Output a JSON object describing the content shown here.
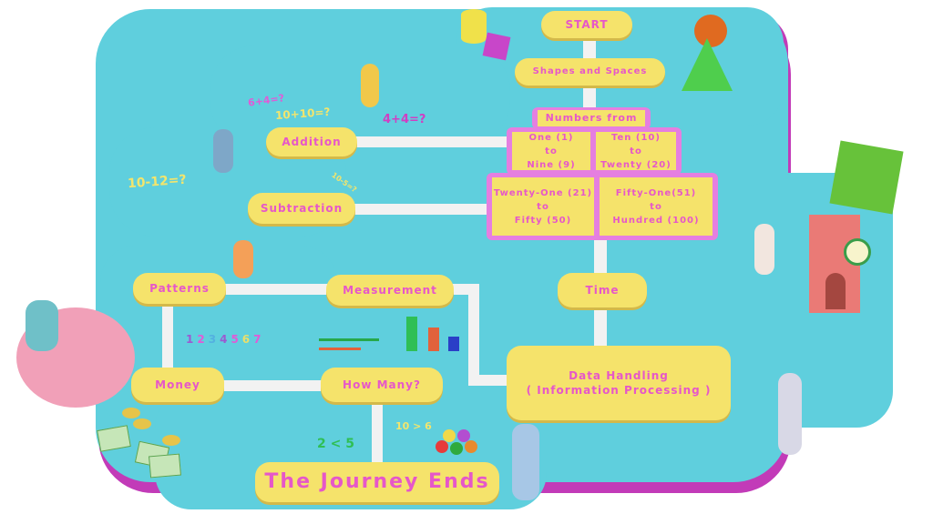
{
  "colors": {
    "board": "#5fcfdd",
    "board_edge": "#c23bb8",
    "node": "#f5e36b",
    "node_text": "#e657c9",
    "path": "#f2f2f2"
  },
  "nodes": {
    "start": "START",
    "shapes": "Shapes and Spaces",
    "numbers_from": "Numbers from",
    "one_to_nine": [
      "One (1)",
      "to",
      "Nine (9)"
    ],
    "ten_to_twenty": [
      "Ten (10)",
      "to",
      "Twenty (20)"
    ],
    "twentyone_to_fifty": [
      "Twenty-One (21)",
      "to",
      "Fifty (50)"
    ],
    "fiftyone_to_hundred": [
      "Fifty-One(51)",
      "to",
      "Hundred (100)"
    ],
    "addition": "Addition",
    "subtraction": "Subtraction",
    "patterns": "Patterns",
    "measurement": "Measurement",
    "time": "Time",
    "data_handling": [
      "Data Handling",
      "( Information Processing )"
    ],
    "money": "Money",
    "how_many": "How Many?",
    "journey_ends": "The Journey Ends"
  },
  "decor": {
    "eq1": "6+4=?",
    "eq2": "10+10=?",
    "eq3": "4+4=?",
    "eq4": "10-12=?",
    "eq5": "10-5=?",
    "seq": [
      "1",
      "2",
      "3",
      "4",
      "5",
      "6",
      "7"
    ],
    "cmp1": "2 < 5",
    "cmp2": "10 > 6"
  }
}
